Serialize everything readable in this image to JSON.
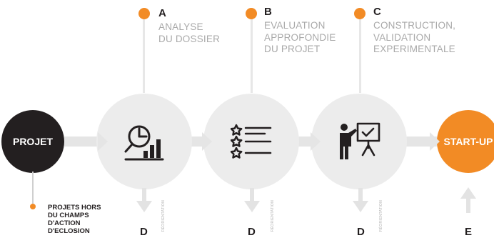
{
  "nodes": {
    "start": {
      "label": "PROJET"
    },
    "end": {
      "label": "START-UP"
    }
  },
  "steps": [
    {
      "letter": "A",
      "lines": [
        "ANALYSE",
        "DU DOSSIER"
      ],
      "icon": "magnifier-chart-icon"
    },
    {
      "letter": "B",
      "lines": [
        "EVALUATION",
        "APPROFONDIE",
        "DU PROJET"
      ],
      "icon": "star-checklist-icon"
    },
    {
      "letter": "C",
      "lines": [
        "CONSTRUCTION,",
        "VALIDATION",
        "EXPERIMENTALE"
      ],
      "icon": "presenter-board-icon"
    }
  ],
  "outcomes": {
    "d_letter": "D",
    "d_note": "RÉORIENTATION",
    "e_letter": "E"
  },
  "side_note": [
    "PROJETS HORS",
    "DU CHAMPS",
    "D'ACTION",
    "D'ECLOSION"
  ],
  "colors": {
    "accent": "#f28b25",
    "dark": "#231f20",
    "circle": "#ececec",
    "text_muted": "#a9a9a9"
  }
}
